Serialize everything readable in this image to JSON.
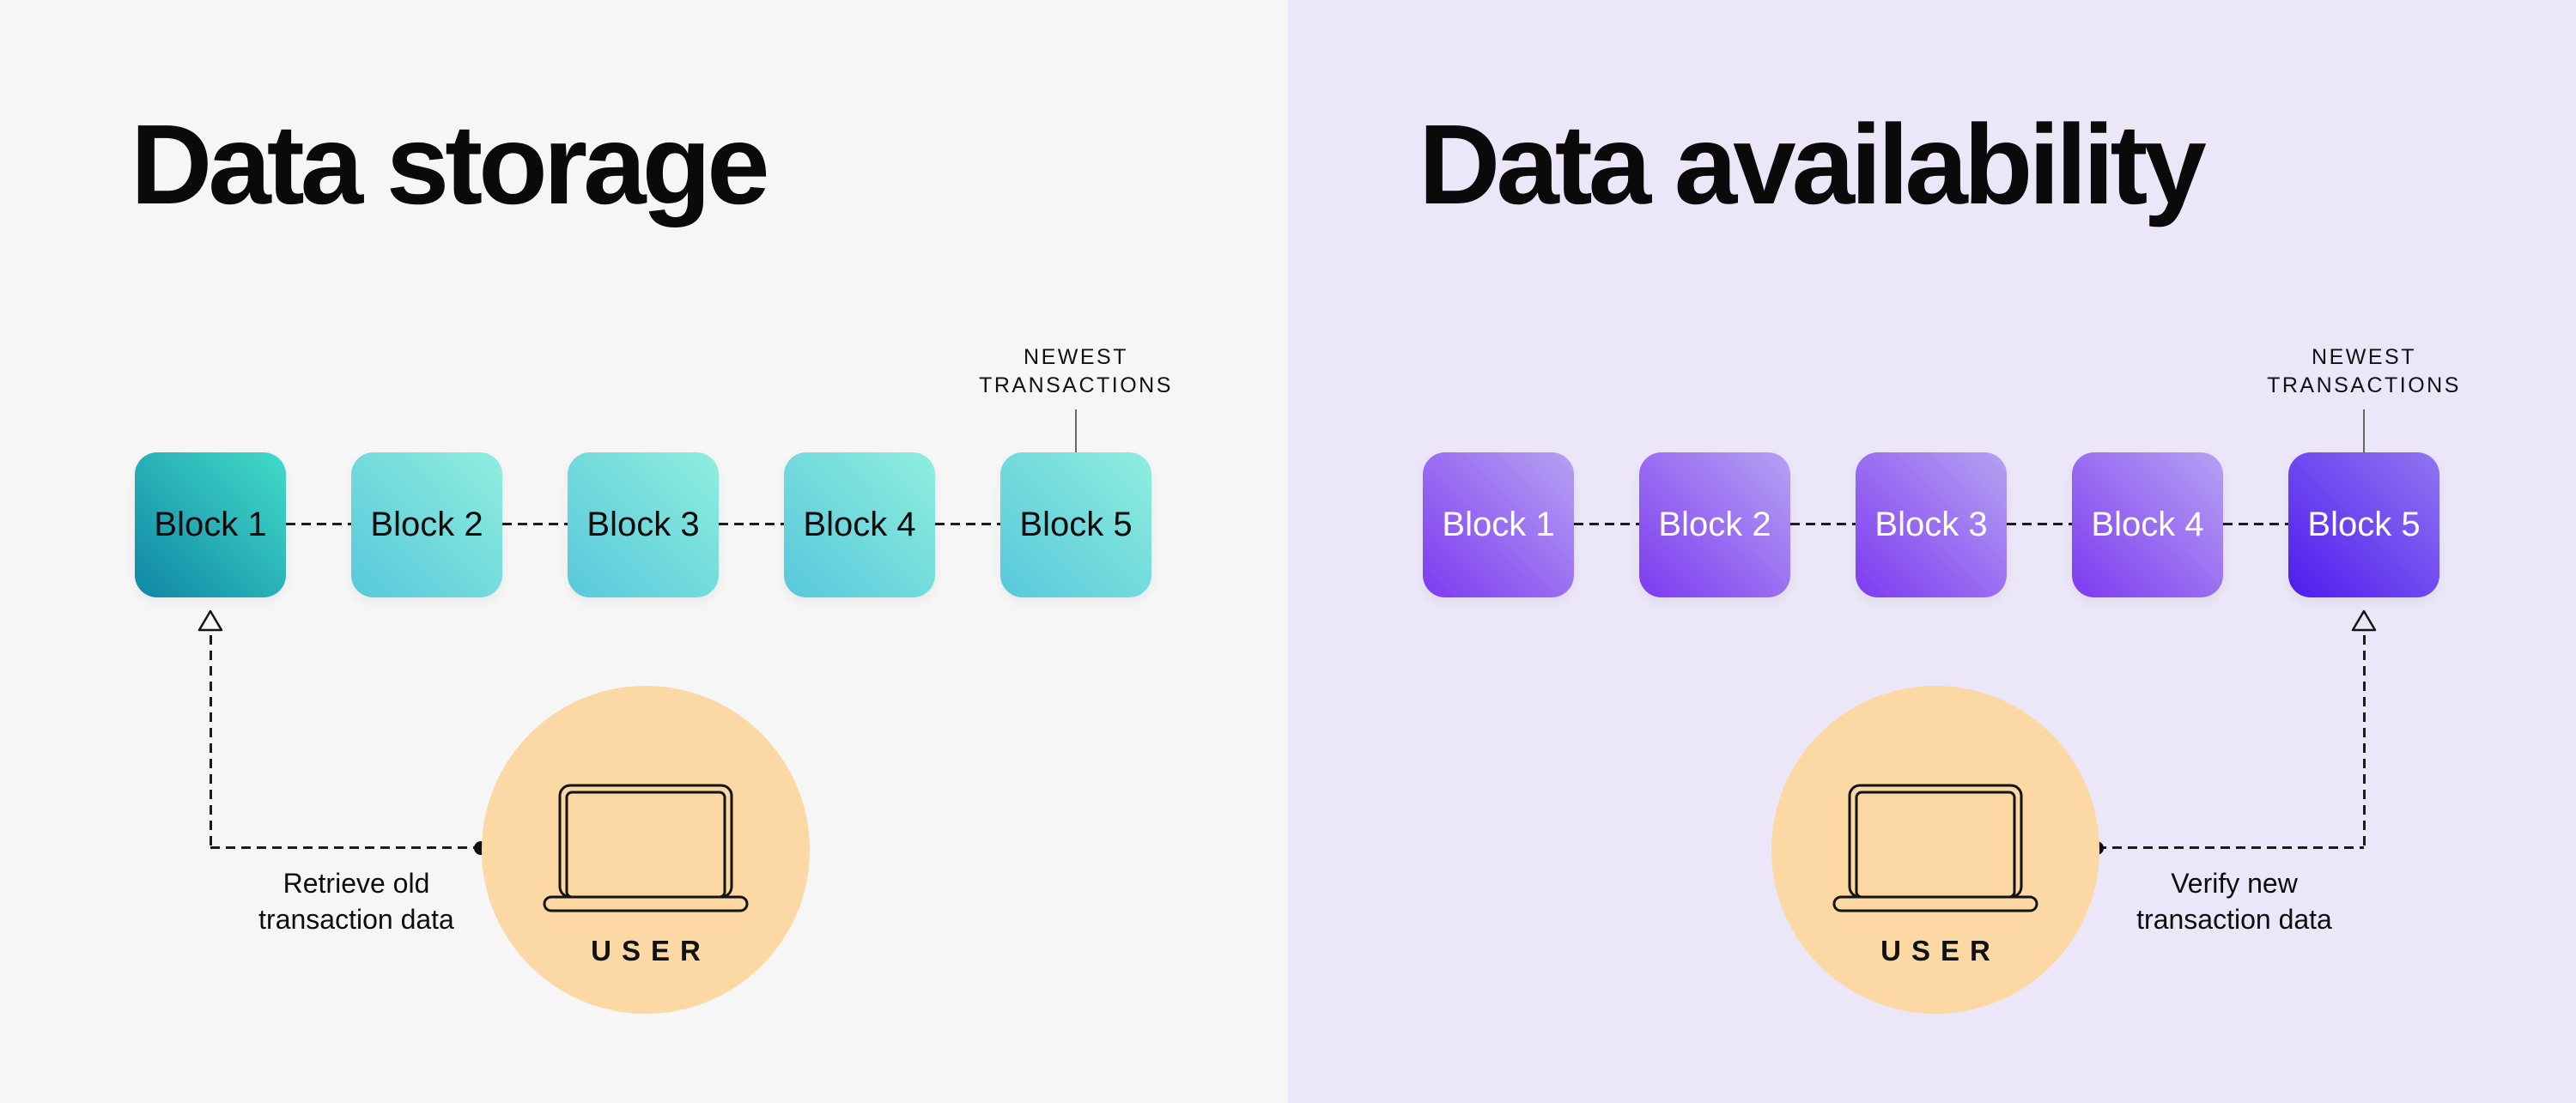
{
  "storage": {
    "title": "Data storage",
    "blocks": [
      "Block 1",
      "Block 2",
      "Block 3",
      "Block 4",
      "Block 5"
    ],
    "newest_label": "NEWEST TRANSACTIONS",
    "caption": "Retrieve old transaction data",
    "user_label": "USER"
  },
  "availability": {
    "title": "Data availability",
    "blocks": [
      "Block 1",
      "Block 2",
      "Block 3",
      "Block 4",
      "Block 5"
    ],
    "newest_label": "NEWEST TRANSACTIONS",
    "caption": "Verify new transaction data",
    "user_label": "USER"
  },
  "icons": {
    "laptop": "laptop-icon",
    "arrow_up": "arrow-up-icon",
    "link_dot": "connector-dot"
  },
  "colors": {
    "storage_panel_bg": "#f6f6f6",
    "availability_panel_bg": "#ebe7f8",
    "storage_block1_gradient": [
      "#0f86a6",
      "#43dcc8"
    ],
    "storage_blocks_gradient": [
      "#57c8db",
      "#8feede"
    ],
    "availability_blocks_gradient": [
      "#7d3af0",
      "#b6a2f3"
    ],
    "availability_block5_gradient": [
      "#4f1bee",
      "#9076f1"
    ],
    "user_circle": "#fcd8a5",
    "line_color": "#1c1c1c",
    "block_text_storage": "#0b0b0b",
    "block_text_availability": "#ffffff"
  }
}
